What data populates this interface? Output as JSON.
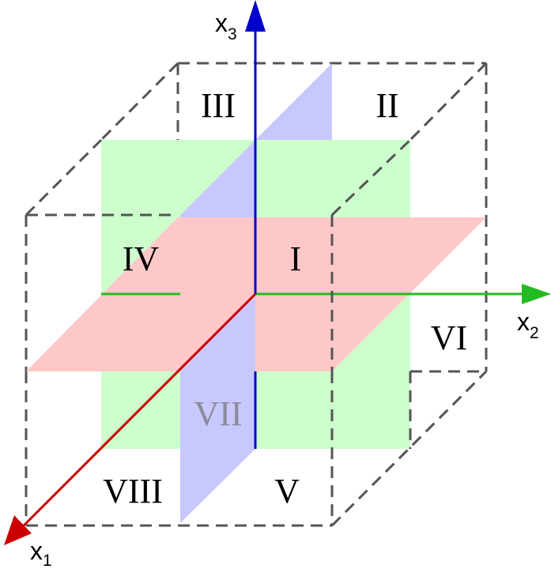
{
  "axes": {
    "x1": {
      "base": "x",
      "subscript": "1",
      "color": "#cc0000"
    },
    "x2": {
      "base": "x",
      "subscript": "2",
      "color": "#22bb22"
    },
    "x3": {
      "base": "x",
      "subscript": "3",
      "color": "#0000cc"
    }
  },
  "planes": {
    "x1x2": {
      "color": "#ffc8c8"
    },
    "x2x3": {
      "color": "#ccffcc"
    },
    "x1x3": {
      "color": "#c8c8ff"
    }
  },
  "octants": {
    "I": "I",
    "II": "II",
    "III": "III",
    "IV": "IV",
    "V": "V",
    "VI": "VI",
    "VII": "VII",
    "VIII": "VIII"
  },
  "colors": {
    "label": "#000000",
    "label_hidden": "#8a8a9a",
    "cube_edge": "#555555"
  }
}
